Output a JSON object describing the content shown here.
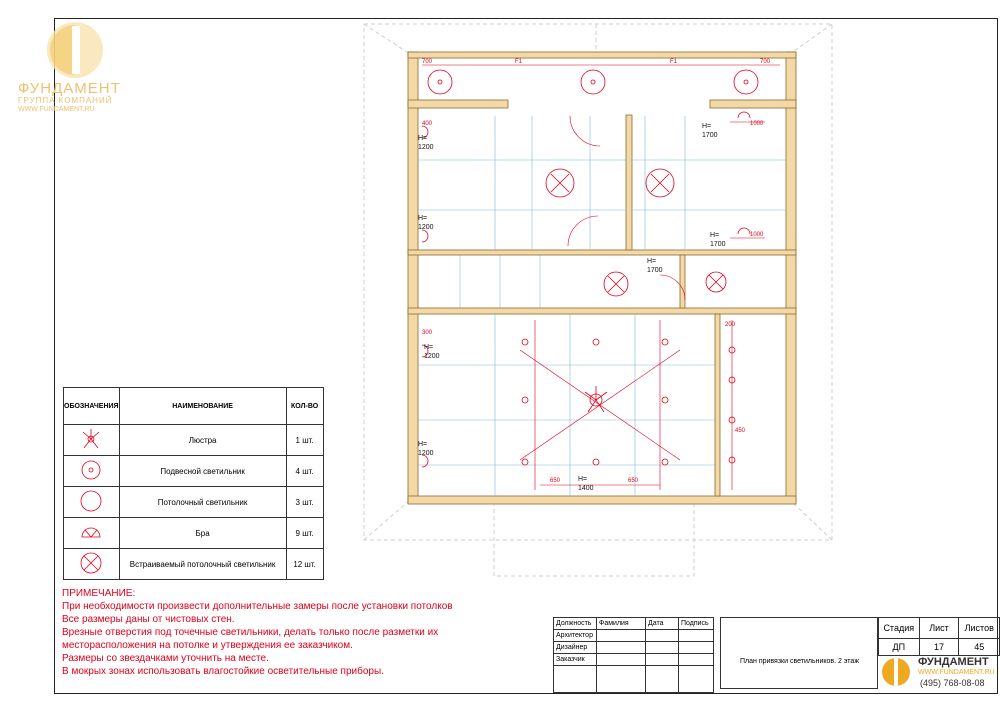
{
  "logo": {
    "name": "ФУНДАМЕНТ",
    "subtitle": "ГРУППА КОМПАНИЙ",
    "url": "WWW.FUNDAMENT.RU",
    "accent": "#f0b030",
    "accent_light": "#f5d58a"
  },
  "plan": {
    "dims": {
      "top_left": "700",
      "top_f1a": "F1",
      "top_f1b": "F1",
      "top_right": "700",
      "h1200_a": "H=",
      "h1200_a2": "1200",
      "h1700_a": "H=",
      "h1700_a2": "1700",
      "h1200_b": "H=",
      "h1200_b2": "1200",
      "h1700_b": "H=",
      "h1700_b2": "1700",
      "h1700_c": "H=",
      "h1700_c2": "1700",
      "h1200_c": "H=",
      "h1200_c2": "1200",
      "h1200_d": "H=",
      "h1200_d2": "1200",
      "h1400": "H=",
      "h1400_2": "1400",
      "d1000_a": "1000",
      "d1000_b": "1000",
      "d650_a": "650",
      "d650_b": "650",
      "v200": "200",
      "v300": "300",
      "v400": "400",
      "v450": "450"
    },
    "colors": {
      "wall": "#f3d9a8",
      "wall_edge": "#8a6a2a",
      "dim": "#e0001a",
      "grid": "#7fb7d9",
      "guide": "#d0d0d0"
    }
  },
  "legend": {
    "headers": {
      "symbol": "ОБОЗНАЧЕНИЯ",
      "name": "НАИМЕНОВАНИЕ",
      "qty": "КОЛ-ВО"
    },
    "rows": [
      {
        "icon": "chandelier-icon",
        "name": "Люстра",
        "qty": "1 шт."
      },
      {
        "icon": "pendant-light-icon",
        "name": "Подвесной светильник",
        "qty": "4 шт."
      },
      {
        "icon": "ceiling-light-icon",
        "name": "Потолочный светильник",
        "qty": "3 шт."
      },
      {
        "icon": "wall-sconce-icon",
        "name": "Бра",
        "qty": "9 шт."
      },
      {
        "icon": "recessed-light-icon",
        "name": "Встраиваемый потолочный светильник",
        "qty": "12 шт."
      }
    ]
  },
  "notes": {
    "title": "ПРИМЕЧАНИЕ:",
    "lines": [
      "При необходимости произвести дополнительные замеры после установки потолков",
      "Все размеры даны от чистовых стен.",
      "Врезные отверстия под точечные светильники, делать только после разметки их",
      "месторасположения на потолке и утверждения ее заказчиком.",
      "Размеры со звездачками уточнить на месте.",
      "В мокрых зонах использовать влагостойкие осветительные приборы."
    ]
  },
  "stamp": {
    "headers": [
      "Должность",
      "Фамилия",
      "Дата",
      "Подпись"
    ],
    "roles": [
      "Архитектор",
      "Дизайнер",
      "Заказчик"
    ],
    "sheet_headers": [
      "Стадия",
      "Лист",
      "Листов"
    ],
    "sheet_values": [
      "ДП",
      "17",
      "45"
    ],
    "title": "План привязки светильников. 2 этаж",
    "phone": "(495) 768-08-08"
  }
}
